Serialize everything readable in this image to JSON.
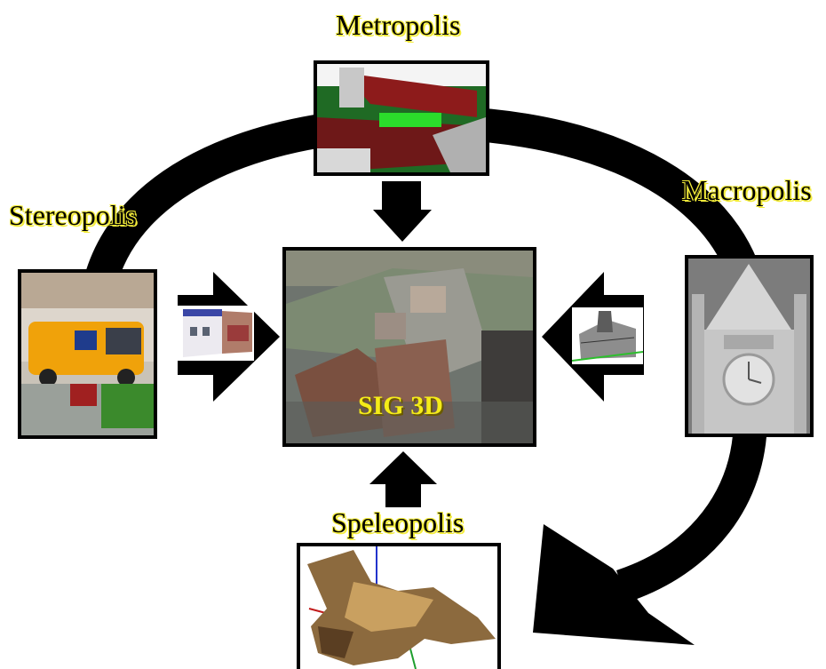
{
  "labels": {
    "metropolis": "Metropolis",
    "stereopolis": "Stereopolis",
    "macropolis": "Macropolis",
    "speleopolis": "Speleopolis",
    "center": "SIG 3D"
  },
  "colors": {
    "label_text": "#000000",
    "label_glow": "#f3ec3a",
    "center_text": "#f5ec18",
    "arrow": "#000000"
  }
}
